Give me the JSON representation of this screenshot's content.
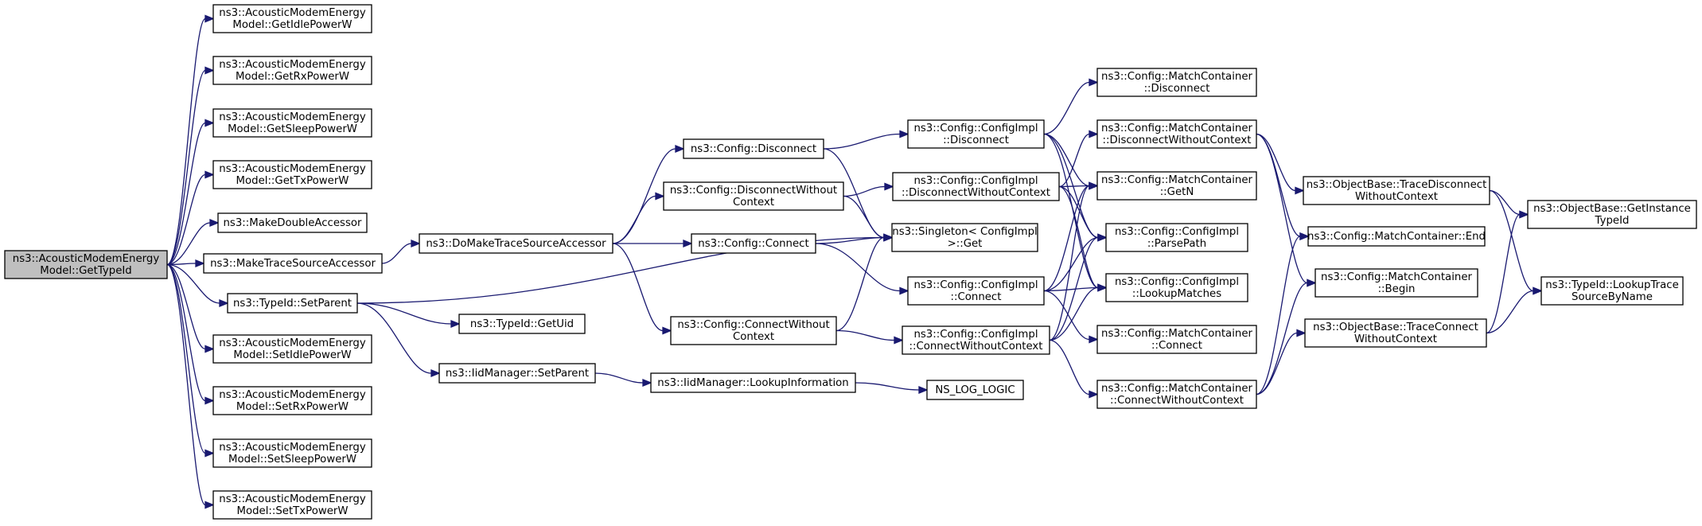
{
  "colors": {
    "edge": "#191970",
    "root_fill": "#bfbfbf",
    "node_fill": "#ffffff",
    "node_border": "#000000"
  },
  "nodes": [
    {
      "id": "root",
      "lines": [
        "ns3::AcousticModemEnergy",
        "Model::GetTypeId"
      ],
      "root": true
    },
    {
      "id": "getidle",
      "lines": [
        "ns3::AcousticModemEnergy",
        "Model::GetIdlePowerW"
      ]
    },
    {
      "id": "getrx",
      "lines": [
        "ns3::AcousticModemEnergy",
        "Model::GetRxPowerW"
      ]
    },
    {
      "id": "getsleep",
      "lines": [
        "ns3::AcousticModemEnergy",
        "Model::GetSleepPowerW"
      ]
    },
    {
      "id": "gettx",
      "lines": [
        "ns3::AcousticModemEnergy",
        "Model::GetTxPowerW"
      ]
    },
    {
      "id": "makedouble",
      "lines": [
        "ns3::MakeDoubleAccessor"
      ]
    },
    {
      "id": "maketrace",
      "lines": [
        "ns3::MakeTraceSourceAccessor"
      ]
    },
    {
      "id": "setparent",
      "lines": [
        "ns3::TypeId::SetParent"
      ]
    },
    {
      "id": "setidle",
      "lines": [
        "ns3::AcousticModemEnergy",
        "Model::SetIdlePowerW"
      ]
    },
    {
      "id": "setrx",
      "lines": [
        "ns3::AcousticModemEnergy",
        "Model::SetRxPowerW"
      ]
    },
    {
      "id": "setsleep",
      "lines": [
        "ns3::AcousticModemEnergy",
        "Model::SetSleepPowerW"
      ]
    },
    {
      "id": "settx",
      "lines": [
        "ns3::AcousticModemEnergy",
        "Model::SetTxPowerW"
      ]
    },
    {
      "id": "domake",
      "lines": [
        "ns3::DoMakeTraceSourceAccessor"
      ]
    },
    {
      "id": "getuid",
      "lines": [
        "ns3::TypeId::GetUid"
      ]
    },
    {
      "id": "iidsetparent",
      "lines": [
        "ns3::IidManager::SetParent"
      ]
    },
    {
      "id": "lookupinfo",
      "lines": [
        "ns3::IidManager::LookupInformation"
      ]
    },
    {
      "id": "nslog",
      "lines": [
        "NS_LOG_LOGIC"
      ]
    },
    {
      "id": "cfgdisconnect",
      "lines": [
        "ns3::Config::Disconnect"
      ]
    },
    {
      "id": "cfgdiscwc",
      "lines": [
        "ns3::Config::DisconnectWithout",
        "Context"
      ]
    },
    {
      "id": "cfgconnect",
      "lines": [
        "ns3::Config::Connect"
      ]
    },
    {
      "id": "cfgconnwc",
      "lines": [
        "ns3::Config::ConnectWithout",
        "Context"
      ]
    },
    {
      "id": "singleton",
      "lines": [
        "ns3::Singleton< ConfigImpl",
        " >::Get"
      ]
    },
    {
      "id": "cidisconnect",
      "lines": [
        "ns3::Config::ConfigImpl",
        "::Disconnect"
      ]
    },
    {
      "id": "cidiscwc",
      "lines": [
        "ns3::Config::ConfigImpl",
        "::DisconnectWithoutContext"
      ]
    },
    {
      "id": "ciconnect",
      "lines": [
        "ns3::Config::ConfigImpl",
        "::Connect"
      ]
    },
    {
      "id": "ciconnwc",
      "lines": [
        "ns3::Config::ConfigImpl",
        "::ConnectWithoutContext"
      ]
    },
    {
      "id": "mcdisconnect",
      "lines": [
        "ns3::Config::MatchContainer",
        "::Disconnect"
      ]
    },
    {
      "id": "mcdiscwc",
      "lines": [
        "ns3::Config::MatchContainer",
        "::DisconnectWithoutContext"
      ]
    },
    {
      "id": "mcgetn",
      "lines": [
        "ns3::Config::MatchContainer",
        "::GetN"
      ]
    },
    {
      "id": "ciparse",
      "lines": [
        "ns3::Config::ConfigImpl",
        "::ParsePath"
      ]
    },
    {
      "id": "cilookup",
      "lines": [
        "ns3::Config::ConfigImpl",
        "::LookupMatches"
      ]
    },
    {
      "id": "mcconnect",
      "lines": [
        "ns3::Config::MatchContainer",
        "::Connect"
      ]
    },
    {
      "id": "mcconnwc",
      "lines": [
        "ns3::Config::MatchContainer",
        "::ConnectWithoutContext"
      ]
    },
    {
      "id": "obtracediscwc",
      "lines": [
        "ns3::ObjectBase::TraceDisconnect",
        "WithoutContext"
      ]
    },
    {
      "id": "mcend",
      "lines": [
        "ns3::Config::MatchContainer::End"
      ]
    },
    {
      "id": "mcbegin",
      "lines": [
        "ns3::Config::MatchContainer",
        "::Begin"
      ]
    },
    {
      "id": "obtraceconnwc",
      "lines": [
        "ns3::ObjectBase::TraceConnect",
        "WithoutContext"
      ]
    },
    {
      "id": "obgetinst",
      "lines": [
        "ns3::ObjectBase::GetInstance",
        "TypeId"
      ]
    },
    {
      "id": "lookuptrace",
      "lines": [
        "ns3::TypeId::LookupTrace",
        "SourceByName"
      ]
    }
  ],
  "edges": [
    [
      "root",
      "getidle"
    ],
    [
      "root",
      "getrx"
    ],
    [
      "root",
      "getsleep"
    ],
    [
      "root",
      "gettx"
    ],
    [
      "root",
      "makedouble"
    ],
    [
      "root",
      "maketrace"
    ],
    [
      "root",
      "setparent"
    ],
    [
      "root",
      "setidle"
    ],
    [
      "root",
      "setrx"
    ],
    [
      "root",
      "setsleep"
    ],
    [
      "root",
      "settx"
    ],
    [
      "maketrace",
      "domake"
    ],
    [
      "setparent",
      "getuid"
    ],
    [
      "setparent",
      "iidsetparent"
    ],
    [
      "setparent",
      "singleton"
    ],
    [
      "iidsetparent",
      "lookupinfo"
    ],
    [
      "lookupinfo",
      "nslog"
    ],
    [
      "domake",
      "cfgdisconnect"
    ],
    [
      "domake",
      "cfgdiscwc"
    ],
    [
      "domake",
      "cfgconnect"
    ],
    [
      "domake",
      "cfgconnwc"
    ],
    [
      "cfgdisconnect",
      "cidisconnect"
    ],
    [
      "cfgdisconnect",
      "singleton"
    ],
    [
      "cfgdiscwc",
      "cidiscwc"
    ],
    [
      "cfgdiscwc",
      "singleton"
    ],
    [
      "cfgconnect",
      "singleton"
    ],
    [
      "cfgconnect",
      "ciconnect"
    ],
    [
      "cfgconnwc",
      "singleton"
    ],
    [
      "cfgconnwc",
      "ciconnwc"
    ],
    [
      "cidisconnect",
      "mcdisconnect"
    ],
    [
      "cidisconnect",
      "mcgetn"
    ],
    [
      "cidisconnect",
      "ciparse"
    ],
    [
      "cidisconnect",
      "cilookup"
    ],
    [
      "cidiscwc",
      "mcdiscwc"
    ],
    [
      "cidiscwc",
      "mcgetn"
    ],
    [
      "cidiscwc",
      "ciparse"
    ],
    [
      "cidiscwc",
      "cilookup"
    ],
    [
      "ciconnect",
      "mcgetn"
    ],
    [
      "ciconnect",
      "ciparse"
    ],
    [
      "ciconnect",
      "cilookup"
    ],
    [
      "ciconnect",
      "mcconnect"
    ],
    [
      "ciconnwc",
      "mcgetn"
    ],
    [
      "ciconnwc",
      "ciparse"
    ],
    [
      "ciconnwc",
      "cilookup"
    ],
    [
      "ciconnwc",
      "mcconnwc"
    ],
    [
      "mcdiscwc",
      "obtracediscwc"
    ],
    [
      "mcdiscwc",
      "mcend"
    ],
    [
      "mcdiscwc",
      "mcbegin"
    ],
    [
      "mcconnwc",
      "obtraceconnwc"
    ],
    [
      "mcconnwc",
      "mcend"
    ],
    [
      "mcconnwc",
      "mcbegin"
    ],
    [
      "obtracediscwc",
      "obgetinst"
    ],
    [
      "obtracediscwc",
      "lookuptrace"
    ],
    [
      "obtraceconnwc",
      "obgetinst"
    ],
    [
      "obtraceconnwc",
      "lookuptrace"
    ]
  ]
}
